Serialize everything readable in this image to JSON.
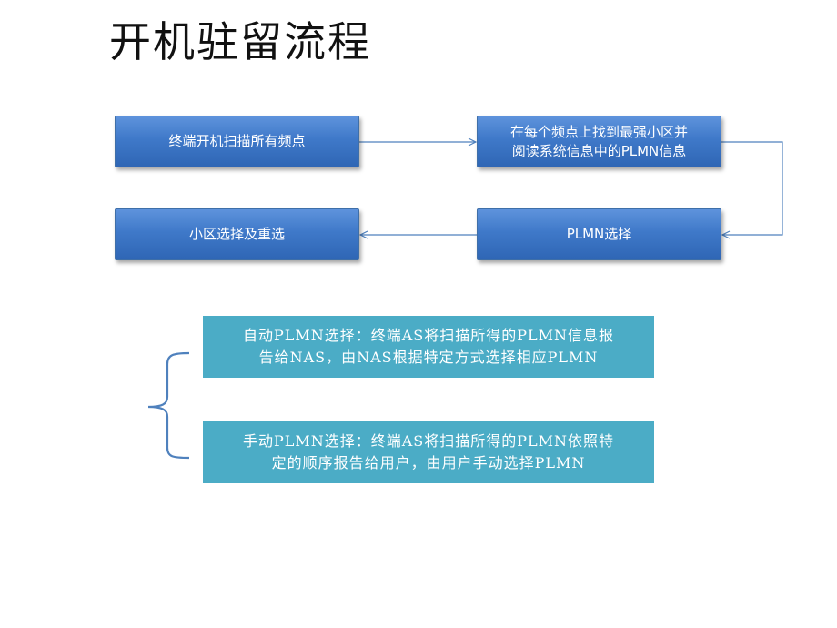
{
  "title": "开机驻留流程",
  "flow": {
    "step1": "终端开机扫描所有频点",
    "step2_line1": "在每个频点上找到最强小区并",
    "step2_line2": "阅读系统信息中的PLMN信息",
    "step3": "PLMN选择",
    "step4": "小区选择及重选"
  },
  "notes": {
    "auto_line1": "自动PLMN选择：终端AS将扫描所得的PLMN信息报",
    "auto_line2": "告给NAS，由NAS根据特定方式选择相应PLMN",
    "manual_line1": "手动PLMN选择：终端AS将扫描所得的PLMN依照特",
    "manual_line2": "定的顺序报告给用户，由用户手动选择PLMN"
  },
  "colors": {
    "box_blue": "#3f79c9",
    "note_teal": "#4bacc6",
    "connector": "#4f81bd"
  }
}
